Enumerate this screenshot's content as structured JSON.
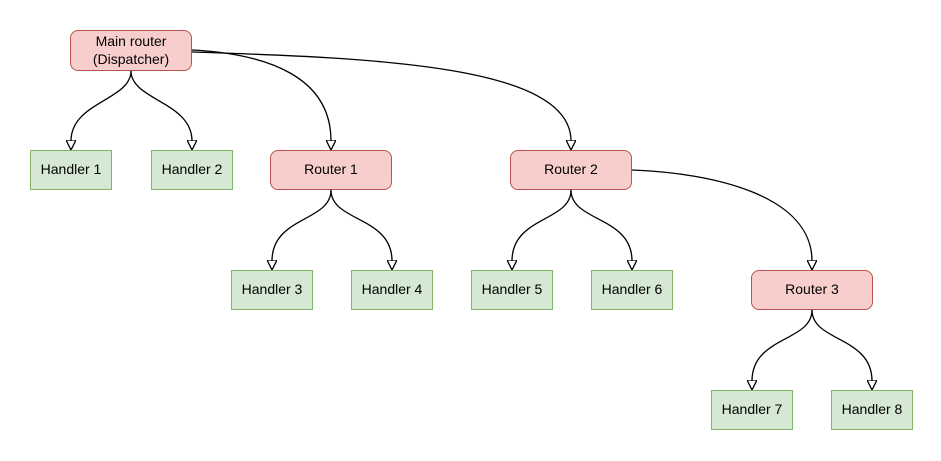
{
  "diagram": {
    "background_color": "#ffffff",
    "edge_color": "#000000",
    "node_styles": {
      "router": {
        "fill": "#f8cecc",
        "border": "#b85450",
        "shape": "rounded-rectangle"
      },
      "handler": {
        "fill": "#d5e8d4",
        "border": "#82b366",
        "shape": "rectangle"
      }
    },
    "nodes": [
      {
        "id": "main-router",
        "label": "Main router\n(Dispatcher)",
        "type": "router"
      },
      {
        "id": "handler-1",
        "label": "Handler 1",
        "type": "handler"
      },
      {
        "id": "handler-2",
        "label": "Handler 2",
        "type": "handler"
      },
      {
        "id": "router-1",
        "label": "Router 1",
        "type": "router"
      },
      {
        "id": "handler-3",
        "label": "Handler 3",
        "type": "handler"
      },
      {
        "id": "handler-4",
        "label": "Handler 4",
        "type": "handler"
      },
      {
        "id": "router-2",
        "label": "Router 2",
        "type": "router"
      },
      {
        "id": "handler-5",
        "label": "Handler 5",
        "type": "handler"
      },
      {
        "id": "handler-6",
        "label": "Handler 6",
        "type": "handler"
      },
      {
        "id": "router-3",
        "label": "Router 3",
        "type": "router"
      },
      {
        "id": "handler-7",
        "label": "Handler 7",
        "type": "handler"
      },
      {
        "id": "handler-8",
        "label": "Handler 8",
        "type": "handler"
      }
    ],
    "edges": [
      {
        "from": "main-router",
        "to": "handler-1"
      },
      {
        "from": "main-router",
        "to": "handler-2"
      },
      {
        "from": "main-router",
        "to": "router-1"
      },
      {
        "from": "main-router",
        "to": "router-2"
      },
      {
        "from": "router-1",
        "to": "handler-3"
      },
      {
        "from": "router-1",
        "to": "handler-4"
      },
      {
        "from": "router-2",
        "to": "handler-5"
      },
      {
        "from": "router-2",
        "to": "handler-6"
      },
      {
        "from": "router-2",
        "to": "router-3"
      },
      {
        "from": "router-3",
        "to": "handler-7"
      },
      {
        "from": "router-3",
        "to": "handler-8"
      }
    ]
  }
}
